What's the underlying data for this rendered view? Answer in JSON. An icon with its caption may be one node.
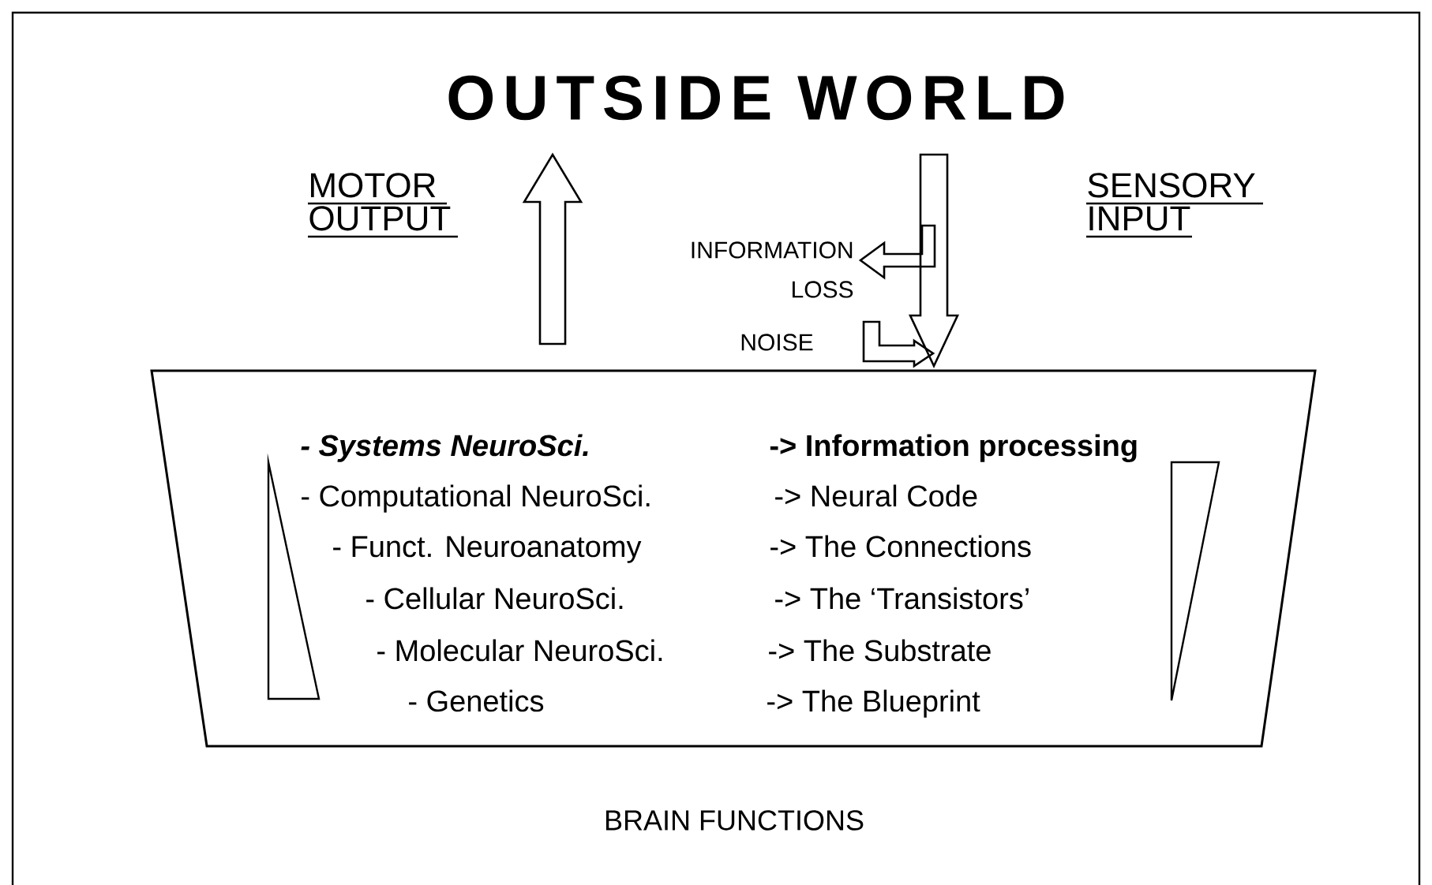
{
  "diagram": {
    "nodes": [
      {
        "text": [
          "OUTSIDE WORLD"
        ]
      },
      {
        "text": [
          "- Systems NeuroSci.",
          "-> Information processing",
          "- Computational NeuroSci.",
          "-> Neural Code",
          "- Funct. Neuroanatomy",
          "-> The Connections",
          "- Cellular NeuroSci.",
          "-> The ‘Transistors’",
          "- Molecular NeuroSci.",
          "-> The Substrate",
          "- Genetics",
          "-> The Blueprint"
        ],
        "beside": [
          "BRAIN FUNCTIONS"
        ]
      },
      {
        "text": [
          "INFORMATION LOSS"
        ]
      },
      {
        "text": [
          "NOISE"
        ]
      },
      {
        "text": [],
        "shape": "triangle",
        "in": 1
      },
      {
        "text": [],
        "shape": "triangle",
        "in": 1
      }
    ],
    "edges": [
      {
        "from": 1,
        "to": 0,
        "arrow": "to"
      },
      {
        "from": 0,
        "to": 1,
        "arrow": "to"
      },
      {
        "from": null,
        "to": 2,
        "arrow": "to"
      },
      {
        "from": 3,
        "to": 1,
        "arrow": "to"
      }
    ],
    "labels": [
      "MOTOR OUTPUT",
      "SENSORY INPUT"
    ]
  }
}
